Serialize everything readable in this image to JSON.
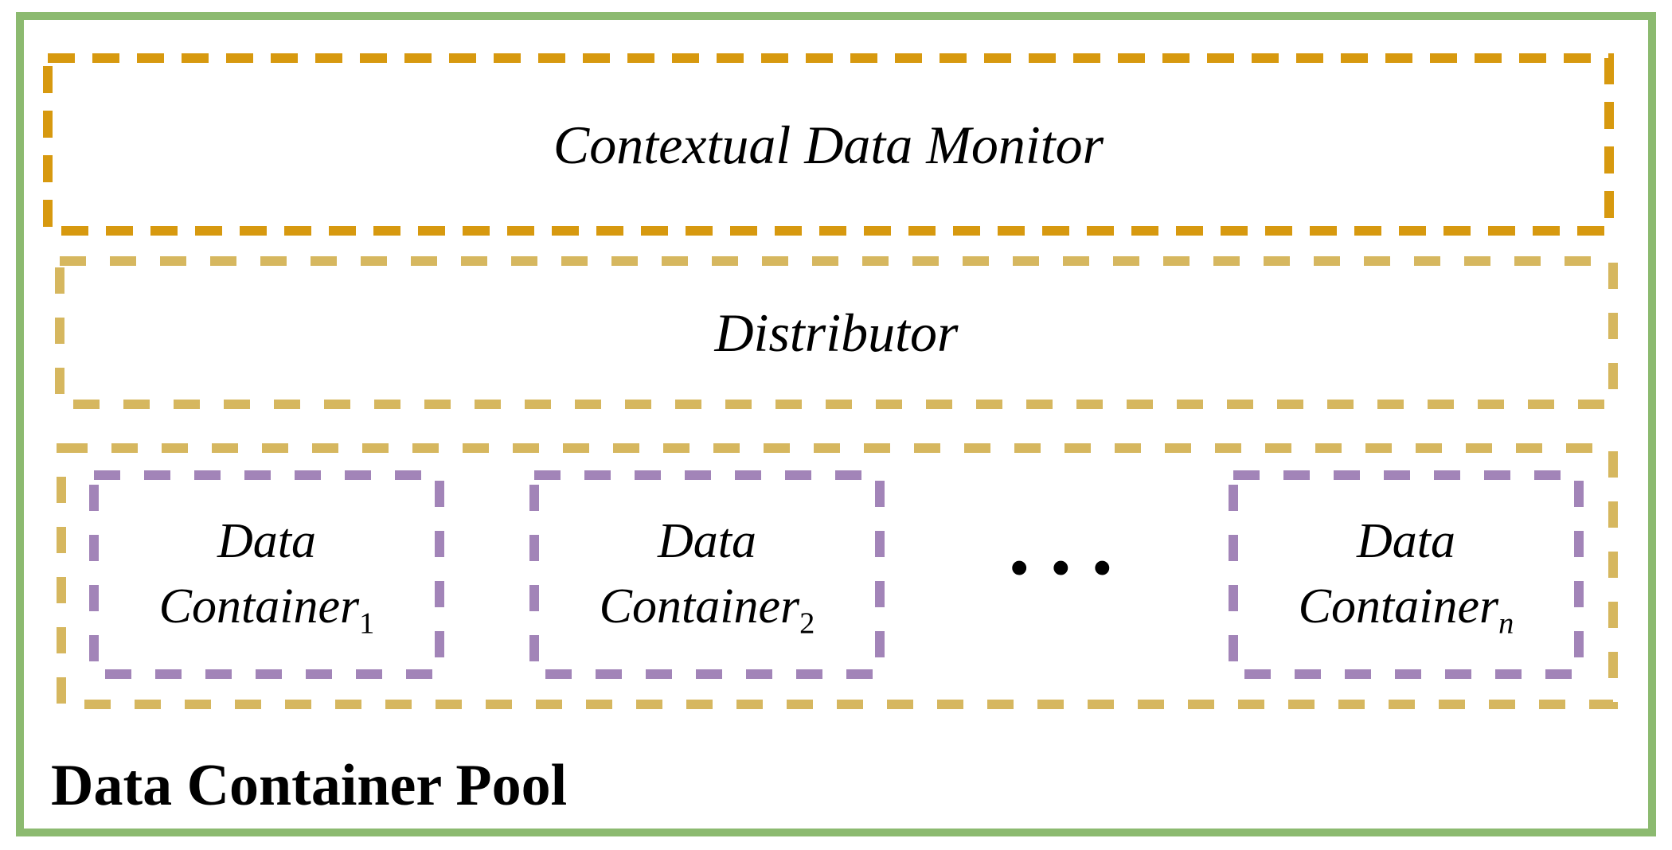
{
  "diagram": {
    "monitor": {
      "label": "Contextual Data Monitor"
    },
    "distributor": {
      "label": "Distributor"
    },
    "pool": {
      "title": "Data Container Pool",
      "ellipsis": "···",
      "containers": [
        {
          "line1": "Data",
          "line2": "Container",
          "sub": "1"
        },
        {
          "line1": "Data",
          "line2": "Container",
          "sub": "2"
        },
        {
          "line1": "Data",
          "line2": "Container",
          "sub": "n"
        }
      ]
    },
    "colors": {
      "outer_border": "#8cba70",
      "monitor_dash": "#d7990f",
      "distributor_dash": "#d6b75f",
      "pool_dash": "#d6b75f",
      "container_dash": "#a284b8",
      "text": "#000000"
    }
  }
}
